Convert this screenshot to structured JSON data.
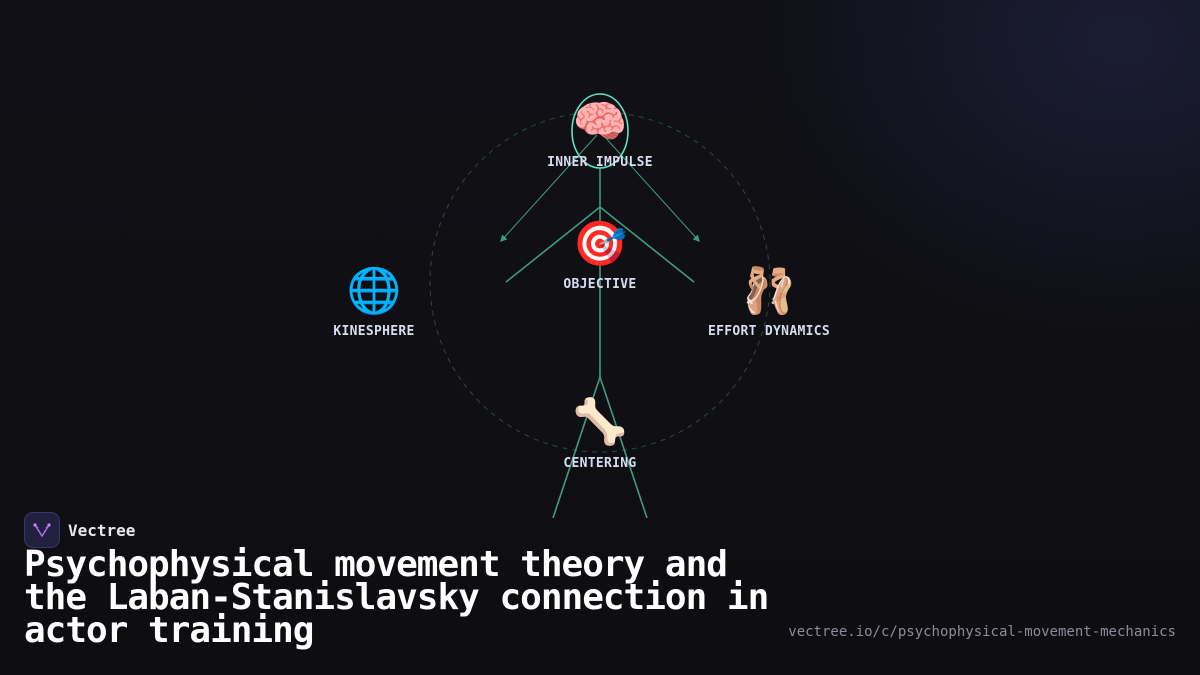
{
  "brand": {
    "name": "Vectree",
    "logo_icon": "vectree-logo-icon"
  },
  "title": "Psychophysical movement theory and the Laban-Stanislavsky connection in actor training",
  "url": "vectree.io/c/psychophysical-movement-mechanics",
  "colors": {
    "background": "#0f0f14",
    "accent_line": "#3f9b82",
    "head_outline": "#5fe0c0",
    "label": "#d8dcf0",
    "url_text": "#8a8c98"
  },
  "nodes": {
    "inner_impulse": {
      "emoji": "🧠",
      "label": "INNER IMPULSE",
      "icon": "brain-icon"
    },
    "objective": {
      "emoji": "🎯",
      "label": "OBJECTIVE",
      "icon": "target-icon"
    },
    "kinesphere": {
      "emoji": "🌐",
      "label": "KINESPHERE",
      "icon": "globe-icon"
    },
    "effort_dynamics": {
      "emoji": "🩰",
      "label": "EFFORT DYNAMICS",
      "icon": "ballet-shoes-icon"
    },
    "centering": {
      "emoji": "🦴",
      "label": "CENTERING",
      "icon": "bone-icon"
    }
  }
}
